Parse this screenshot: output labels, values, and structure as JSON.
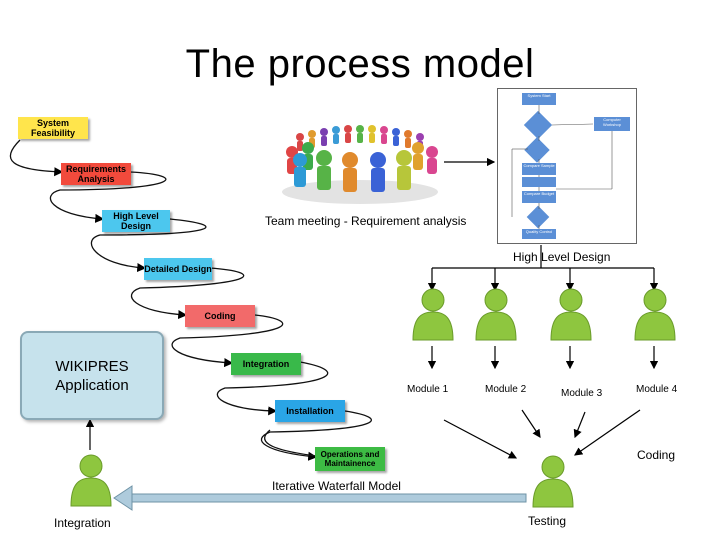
{
  "title": "The process model",
  "waterfall": {
    "stages": [
      {
        "label": "System Feasibility",
        "color": "#ffe54c"
      },
      {
        "label": "Requirements Analysis",
        "color": "#f24a3c"
      },
      {
        "label": "High Level Design",
        "color": "#4cc7ee"
      },
      {
        "label": "Detailed Design",
        "color": "#4cc7ee"
      },
      {
        "label": "Coding",
        "color": "#f26a6a"
      },
      {
        "label": "Integration",
        "color": "#39b94a"
      },
      {
        "label": "Installation",
        "color": "#2aa5e6"
      },
      {
        "label": "Operations and Maintainence",
        "color": "#3dbb44"
      }
    ],
    "caption": "Iterative Waterfall Model"
  },
  "team_meeting_caption": "Team meeting - Requirement analysis",
  "high_level_design_label": "High Level Design",
  "modules": [
    "Module 1",
    "Module 2",
    "Module 3",
    "Module 4"
  ],
  "coding_label": "Coding",
  "testing_label": "Testing",
  "integration_label": "Integration",
  "app": {
    "line1": "WIKIPRES",
    "line2": "Application"
  },
  "flowchart": {
    "boxes": [
      "System Start",
      "Computer Workshop",
      "Compare Sample",
      "Compare Budget",
      "Quality Control"
    ]
  },
  "colors": {
    "person_green": "#8ec63f",
    "arrow_blue": "#aecbdc"
  }
}
